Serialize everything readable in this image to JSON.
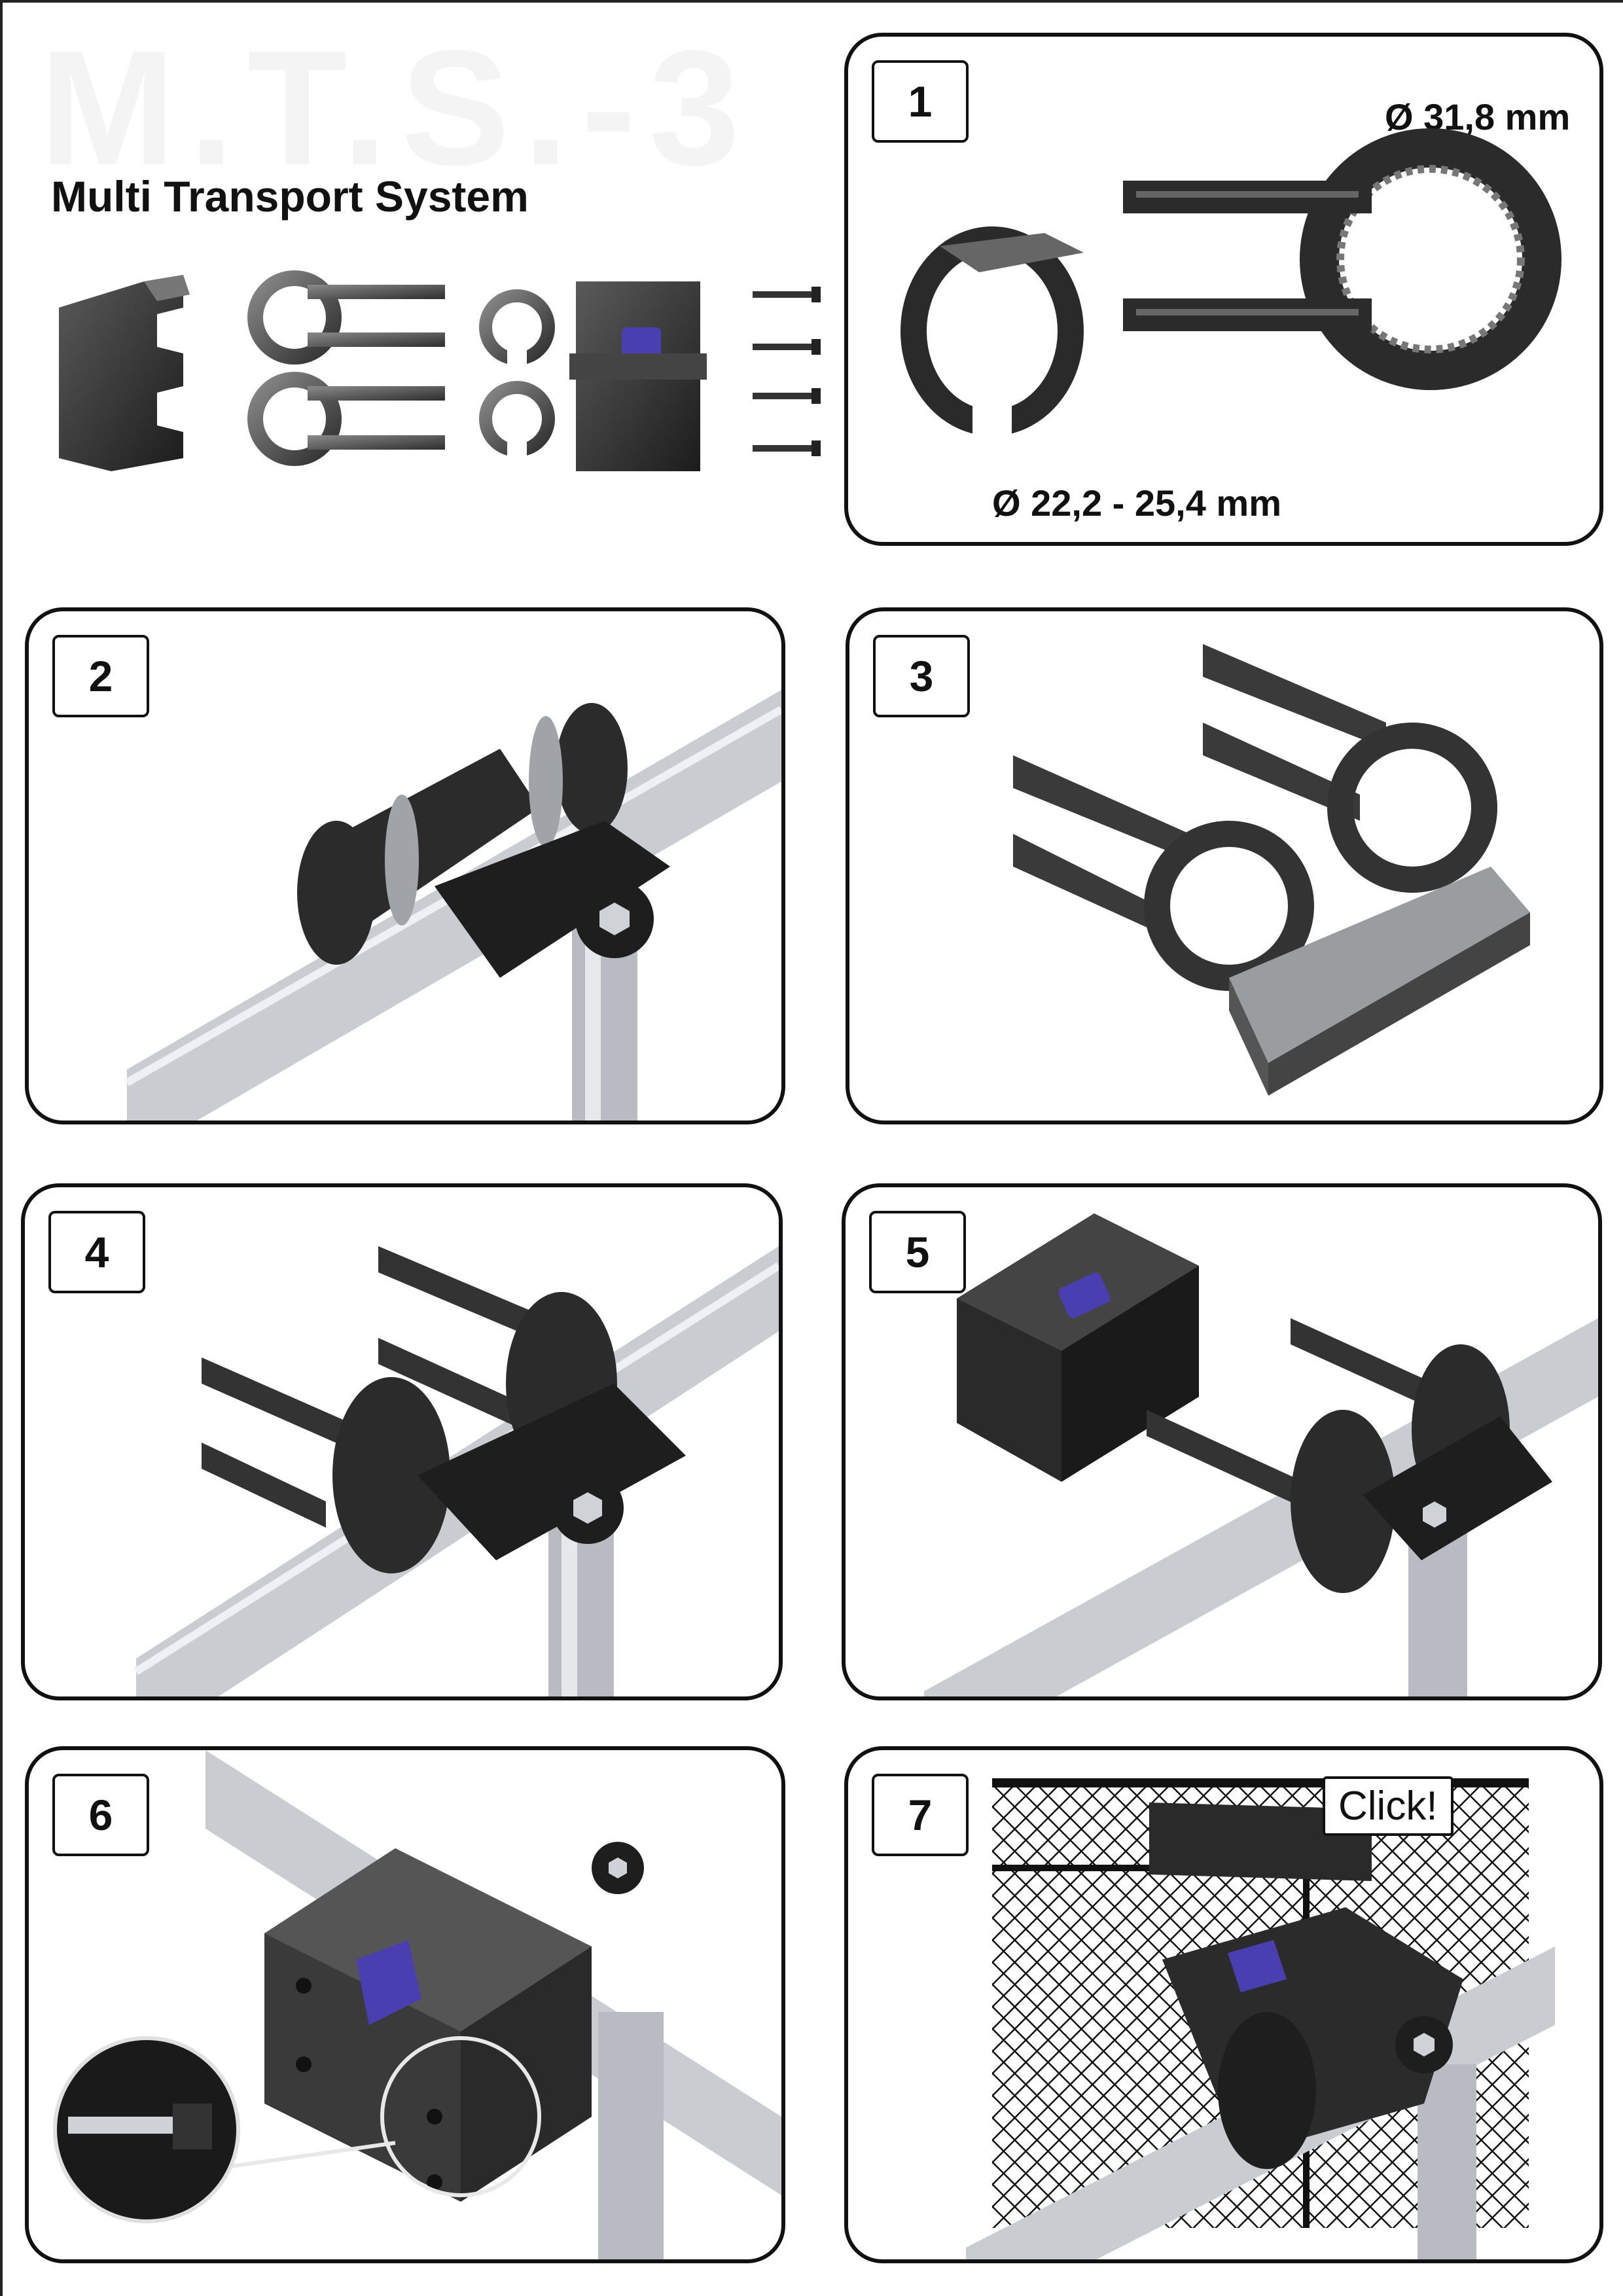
{
  "header": {
    "watermark": "M.T.S.-3",
    "title": "Multi Transport System"
  },
  "steps": [
    {
      "number": "1",
      "dimensions": {
        "large": "Ø 31,8 mm",
        "small": "Ø 22,2 - 25,4 mm"
      }
    },
    {
      "number": "2"
    },
    {
      "number": "3"
    },
    {
      "number": "4"
    },
    {
      "number": "5"
    },
    {
      "number": "6"
    },
    {
      "number": "7",
      "callout": "Click!"
    }
  ],
  "colors": {
    "plastic": "#2b2b2b",
    "tube": "#c9cdd2",
    "lock_accent": "#4a3fb0",
    "border": "#111111"
  },
  "icons": [
    "bracket-icon",
    "clamp-icon",
    "shim-icon",
    "adapter-icon",
    "screw-icon",
    "basket-icon",
    "hex-key-icon"
  ]
}
